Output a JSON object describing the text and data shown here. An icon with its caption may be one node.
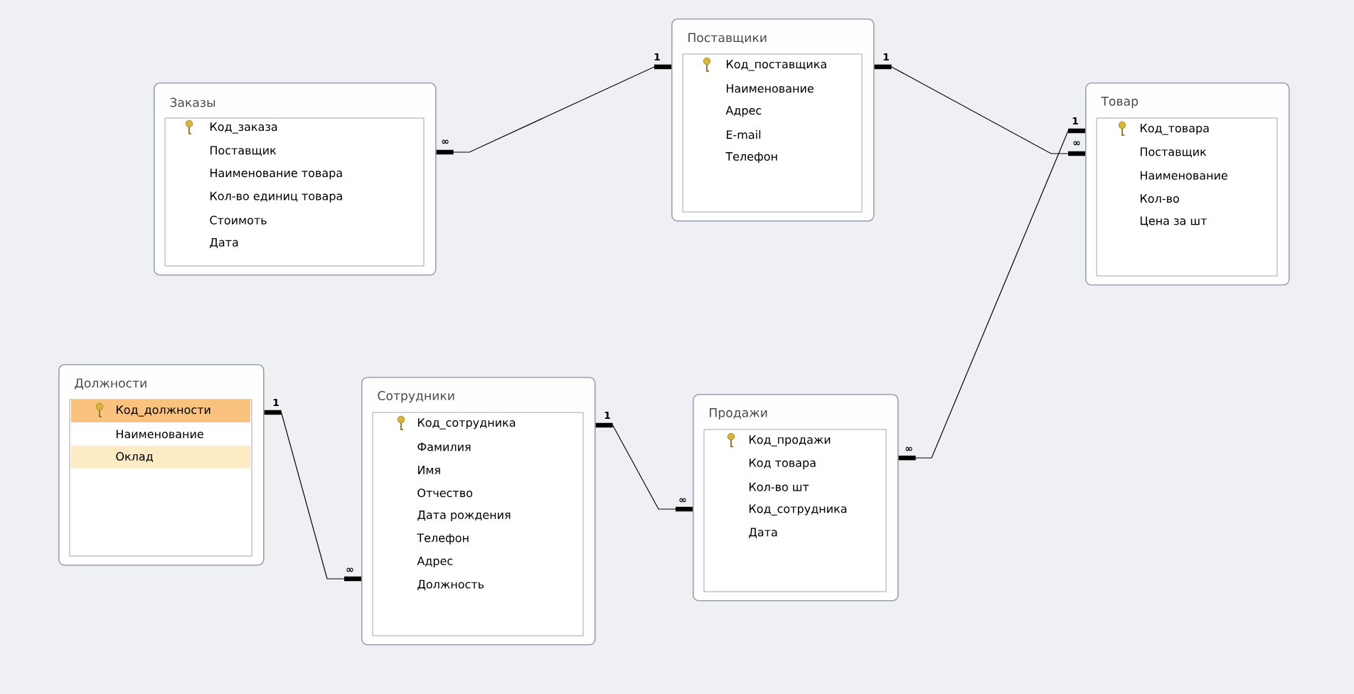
{
  "diagram": {
    "nodes": [
      {
        "text": [
          "Заказы",
          "Код_заказа",
          "Поставщик",
          "Наименование товара",
          "Кол-во единиц товара",
          "Стоимоть",
          "Дата"
        ]
      },
      {
        "text": [
          "Поставщики",
          "Код_поставщика",
          "Наименование",
          "Адрес",
          "E-mail",
          "Телефон"
        ]
      },
      {
        "text": [
          "Товар",
          "Код_товара",
          "Поставщик",
          "Наименование",
          "Кол-во",
          "Цена за шт"
        ]
      },
      {
        "text": [
          "Должности",
          "Код_должности",
          "Наименование",
          "Оклад"
        ]
      },
      {
        "text": [
          "Сотрудники",
          "Код_сотрудника",
          "Фамилия",
          "Имя",
          "Отчество",
          "Дата рождения",
          "Телефон",
          "Адрес",
          "Должность"
        ]
      },
      {
        "text": [
          "Продажи",
          "Код_продажи",
          "Код товара",
          "Кол-во шт",
          "Код_сотрудника",
          "Дата"
        ]
      }
    ],
    "edges": [
      {
        "from": 1,
        "to": 0,
        "arrow": "other"
      },
      {
        "from": 1,
        "to": 2,
        "arrow": "other"
      },
      {
        "from": 2,
        "to": 5,
        "arrow": "other"
      },
      {
        "from": 3,
        "to": 4,
        "arrow": "other"
      },
      {
        "from": 4,
        "to": 5,
        "arrow": "other"
      }
    ],
    "labels": [
      "1",
      "1",
      "1",
      "∞",
      "∞",
      "1",
      "1",
      "∞",
      "∞",
      "∞"
    ]
  }
}
